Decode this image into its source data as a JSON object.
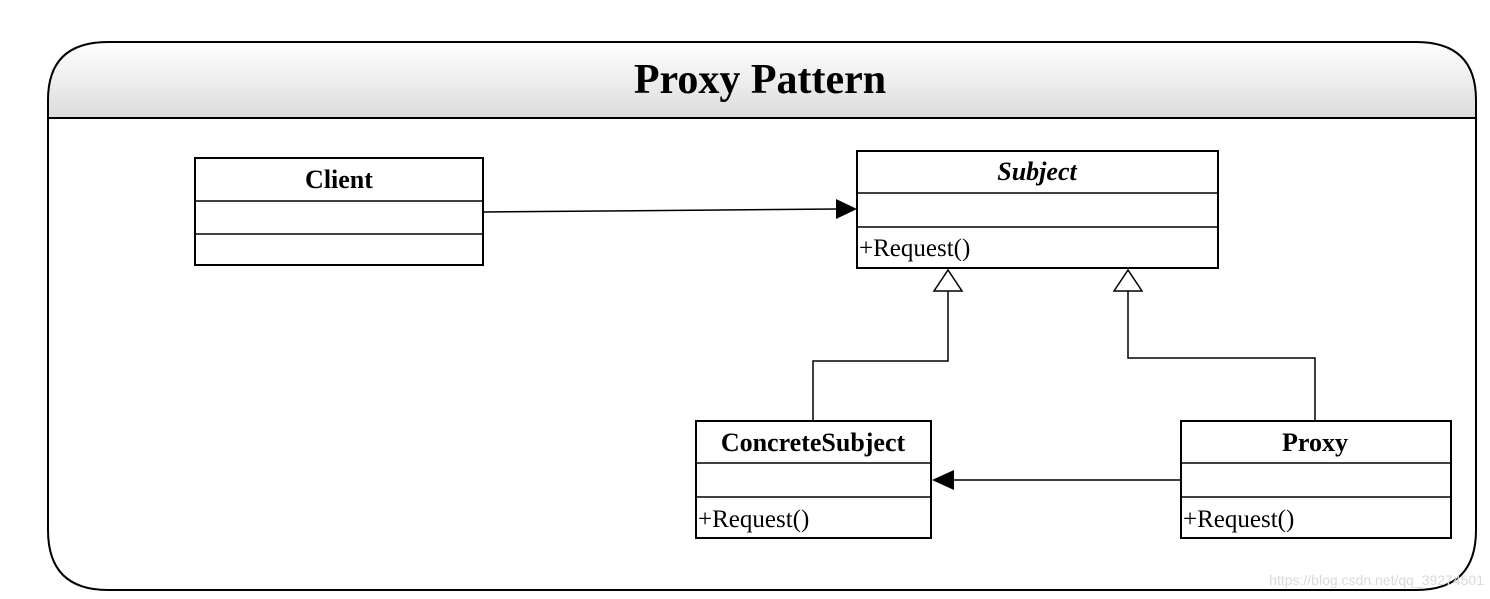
{
  "diagram": {
    "title": "Proxy Pattern",
    "classes": {
      "client": {
        "name": "Client",
        "operation": ""
      },
      "subject": {
        "name": "Subject",
        "operation": "+Request()"
      },
      "concrete_subject": {
        "name": "ConcreteSubject",
        "operation": "+Request()"
      },
      "proxy": {
        "name": "Proxy",
        "operation": "+Request()"
      }
    },
    "relations": [
      {
        "from": "Client",
        "to": "Subject",
        "type": "association"
      },
      {
        "from": "ConcreteSubject",
        "to": "Subject",
        "type": "generalization"
      },
      {
        "from": "Proxy",
        "to": "Subject",
        "type": "generalization"
      },
      {
        "from": "Proxy",
        "to": "ConcreteSubject",
        "type": "association"
      }
    ]
  },
  "watermark": "https://blog.csdn.net/qq_39274501"
}
